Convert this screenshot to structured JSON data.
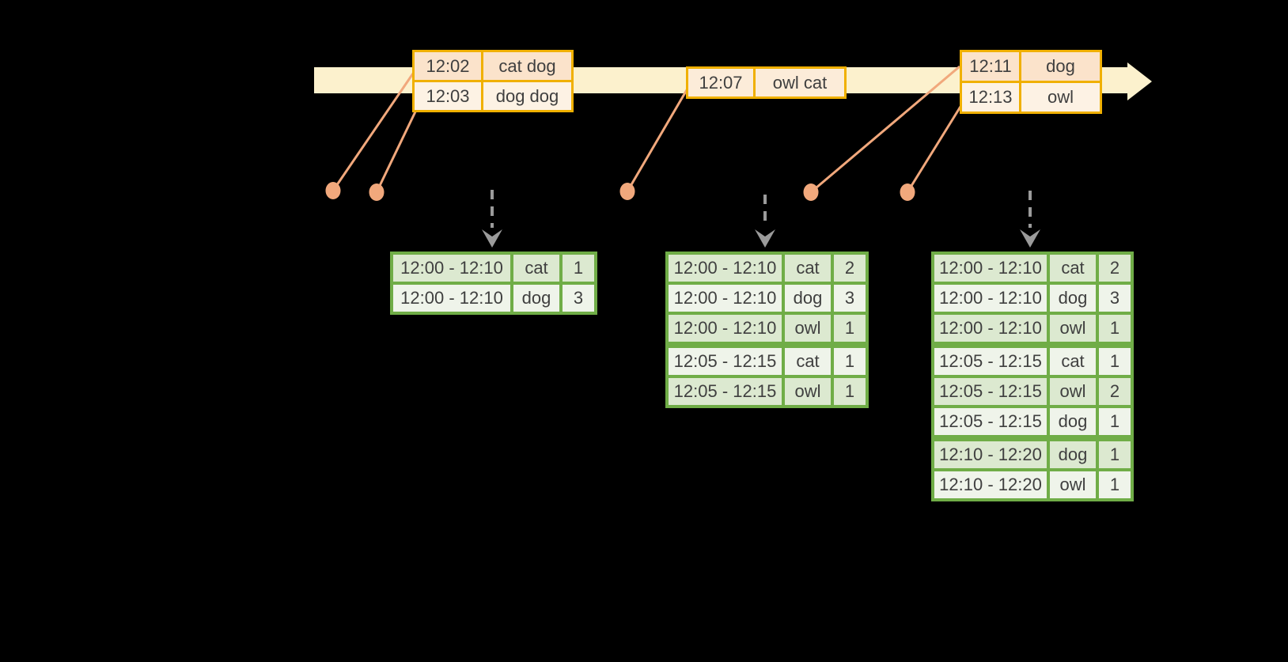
{
  "colors": {
    "background": "#000000",
    "timeline_band": "#fcf1cd",
    "event_border": "#f0b000",
    "event_row_dark": "#fbe3cb",
    "event_row_mid": "#fcecd9",
    "event_row_light": "#fdf2e4",
    "connector": "#f1a87c",
    "trigger_arrow": "#9b9b9b",
    "result_border": "#70ad47",
    "result_row_dark": "#dce9d0",
    "result_row_light": "#eff4ea",
    "text": "#3f3f3f"
  },
  "event_tables": [
    {
      "name": "events-batch-1",
      "rows": [
        {
          "time": "12:02",
          "words": "cat dog"
        },
        {
          "time": "12:03",
          "words": "dog dog"
        }
      ]
    },
    {
      "name": "events-batch-2",
      "rows": [
        {
          "time": "12:07",
          "words": "owl cat"
        }
      ]
    },
    {
      "name": "events-batch-3",
      "rows": [
        {
          "time": "12:11",
          "words": "dog"
        },
        {
          "time": "12:13",
          "words": "owl"
        }
      ]
    }
  ],
  "result_tables": [
    {
      "name": "windowed-counts-1",
      "rows": [
        {
          "window": "12:00 - 12:10",
          "word": "cat",
          "count": "1"
        },
        {
          "window": "12:00 - 12:10",
          "word": "dog",
          "count": "3"
        }
      ]
    },
    {
      "name": "windowed-counts-2",
      "rows": [
        {
          "window": "12:00 - 12:10",
          "word": "cat",
          "count": "2"
        },
        {
          "window": "12:00 - 12:10",
          "word": "dog",
          "count": "3"
        },
        {
          "window": "12:00 - 12:10",
          "word": "owl",
          "count": "1"
        },
        {
          "window": "12:05 - 12:15",
          "word": "cat",
          "count": "1"
        },
        {
          "window": "12:05 - 12:15",
          "word": "owl",
          "count": "1"
        }
      ]
    },
    {
      "name": "windowed-counts-3",
      "rows": [
        {
          "window": "12:00 - 12:10",
          "word": "cat",
          "count": "2"
        },
        {
          "window": "12:00 - 12:10",
          "word": "dog",
          "count": "3"
        },
        {
          "window": "12:00 - 12:10",
          "word": "owl",
          "count": "1"
        },
        {
          "window": "12:05 - 12:15",
          "word": "cat",
          "count": "1"
        },
        {
          "window": "12:05 - 12:15",
          "word": "owl",
          "count": "2"
        },
        {
          "window": "12:05 - 12:15",
          "word": "dog",
          "count": "1"
        },
        {
          "window": "12:10 - 12:20",
          "word": "dog",
          "count": "1"
        },
        {
          "window": "12:10 - 12:20",
          "word": "owl",
          "count": "1"
        }
      ]
    }
  ]
}
